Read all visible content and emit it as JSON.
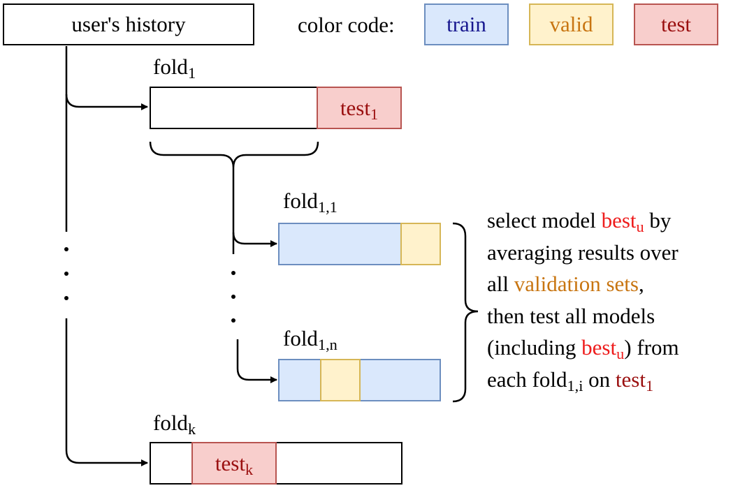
{
  "history_label": "user's history",
  "legend": {
    "title": "color code:",
    "train": "train",
    "valid": "valid",
    "test": "test",
    "colors": {
      "train_fill": "#dae8fc",
      "train_stroke": "#6c8ebf",
      "train_text": "#17178f",
      "valid_fill": "#fff2cc",
      "valid_stroke": "#d6b656",
      "valid_text": "#c87511",
      "test_fill": "#f8cecc",
      "test_stroke": "#b85450",
      "test_text": "#9a0f0f"
    }
  },
  "fold1": {
    "base": "fold",
    "sub": "1",
    "test_base": "test",
    "test_sub": "1"
  },
  "fold11": {
    "base": "fold",
    "sub": "1,1"
  },
  "fold1n": {
    "base": "fold",
    "sub": "1,n"
  },
  "foldk": {
    "base": "fold",
    "sub": "k",
    "test_base": "test",
    "test_sub": "k"
  },
  "explanation": {
    "line1_pre": "select model ",
    "best": "best",
    "best_sub": "u",
    "line1_post": " by",
    "line2": "averaging results over",
    "line3_pre": "all ",
    "validation": "validation sets",
    "line3_post": ",",
    "line4": "then test all models",
    "line5_pre": "(including ",
    "line5_post": ") from",
    "line6_pre": "each fold",
    "line6_sub": "1,i",
    "line6_mid": " on ",
    "test": "test",
    "test_sub": "1"
  }
}
